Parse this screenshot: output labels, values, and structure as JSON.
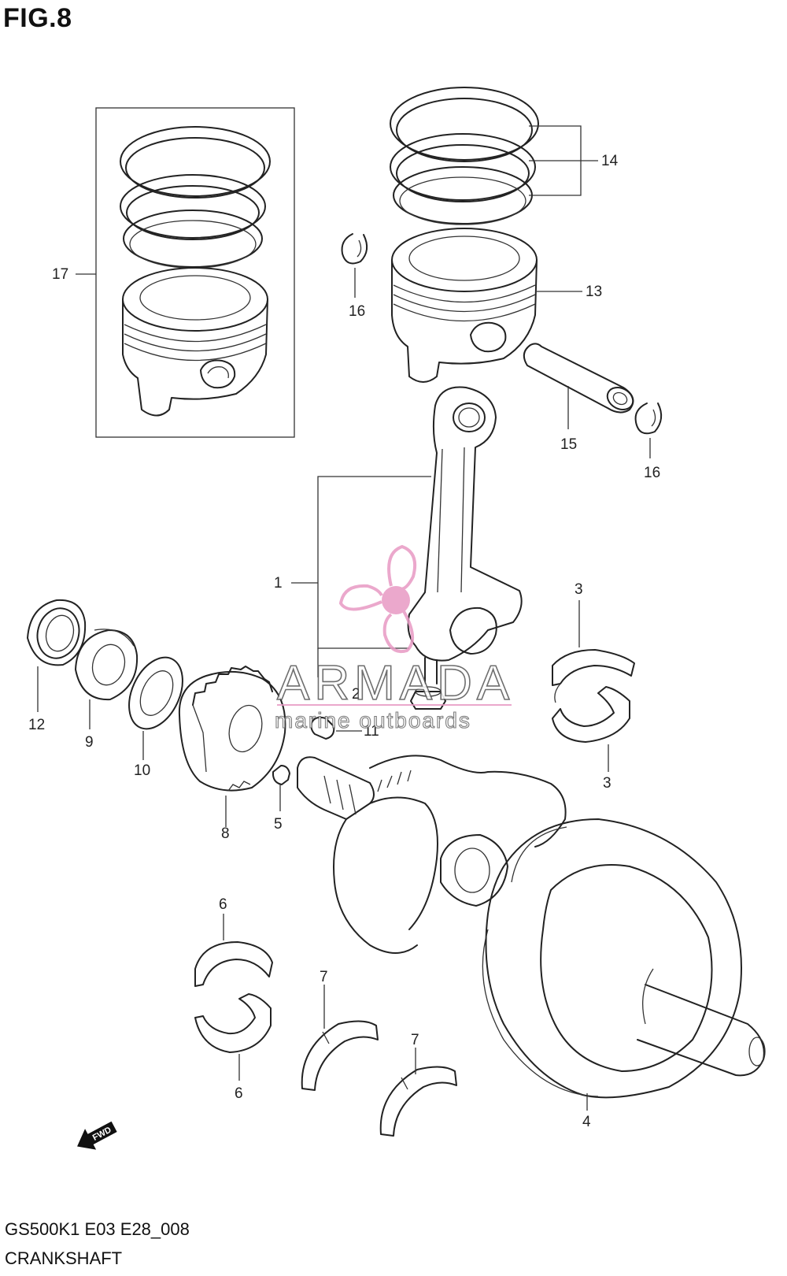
{
  "header": {
    "figure_label": "FIG.8"
  },
  "footer": {
    "model_code": "GS500K1 E03 E28_008",
    "section": "CRANKSHAFT"
  },
  "watermark": {
    "brand": "ARMADA",
    "tagline": "marine outboards",
    "accent_color": "#e89ac4"
  },
  "direction_badge": {
    "label": "FWD"
  },
  "callouts": {
    "p1": "1",
    "p2": "2",
    "p3a": "3",
    "p3b": "3",
    "p4": "4",
    "p5": "5",
    "p6a": "6",
    "p6b": "6",
    "p7a": "7",
    "p7b": "7",
    "p8": "8",
    "p9": "9",
    "p10": "10",
    "p11": "11",
    "p12": "12",
    "p13": "13",
    "p14": "14",
    "p15": "15",
    "p16a": "16",
    "p16b": "16",
    "p17": "17"
  }
}
